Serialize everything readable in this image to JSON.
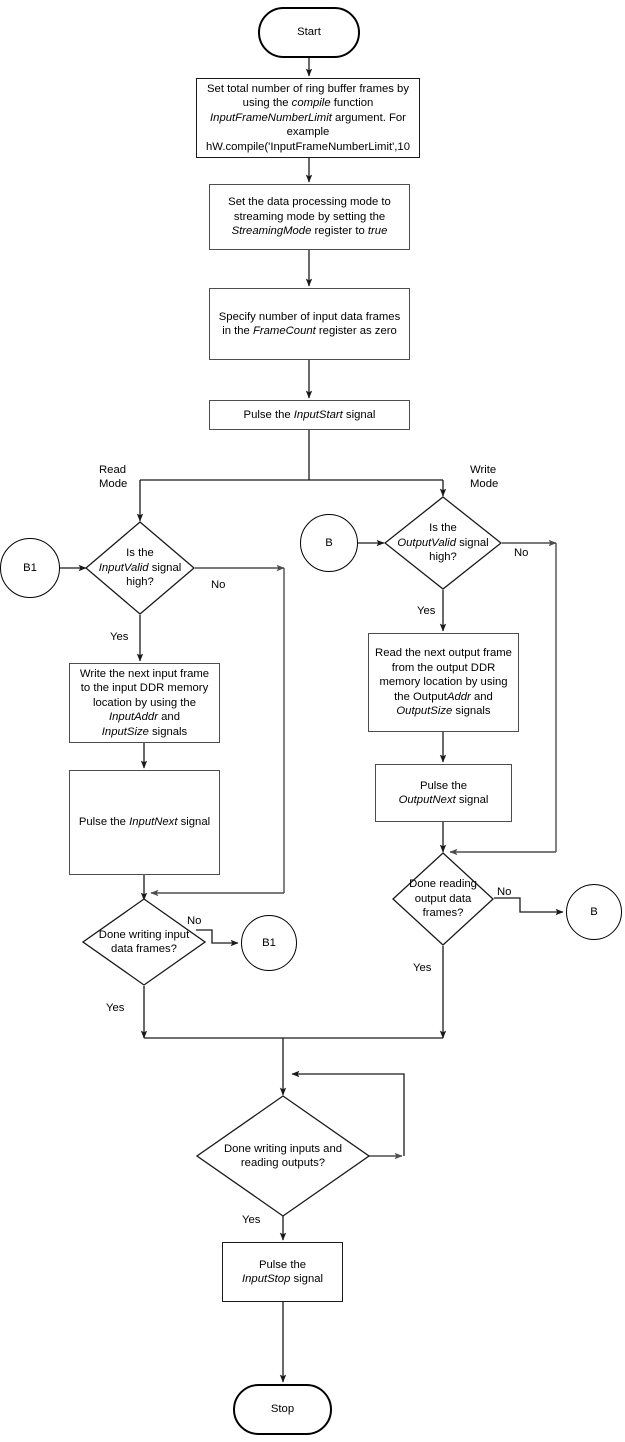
{
  "diagram": {
    "title": "Streaming mode ring buffer flowchart",
    "colors": {
      "stroke_dark": "#1a1a1a",
      "stroke_gray": "#4d4d4d",
      "background": "#ffffff",
      "text": "#000000"
    },
    "nodes": {
      "start": {
        "label": "Start",
        "shape": "terminator"
      },
      "set_frames": {
        "shape": "process",
        "lines": [
          "Set total number of ring buffer frames by",
          "using the compile function",
          "InputFrameNumberLimit argument. For",
          "example",
          "hW.compile('InputFrameNumberLimit',10"
        ]
      },
      "set_streaming": {
        "shape": "process",
        "lines": [
          "Set the data processing mode to",
          "streaming mode by setting the",
          "StreamingMode register to true"
        ]
      },
      "set_framecount": {
        "shape": "process",
        "lines": [
          "Specify number of input data frames",
          "in the FrameCount register as zero"
        ]
      },
      "pulse_inputstart": {
        "shape": "process",
        "lines": [
          "Pulse the InputStart signal"
        ]
      },
      "connector_b1_top": {
        "label": "B1",
        "shape": "connector"
      },
      "connector_b_top": {
        "label": "B",
        "shape": "connector"
      },
      "dec_inputvalid": {
        "shape": "decision",
        "lines": [
          "Is the",
          "InputValid signal",
          "high?"
        ]
      },
      "dec_outputvalid": {
        "shape": "decision",
        "lines": [
          "Is the",
          "OutputValid signal",
          "high?"
        ]
      },
      "write_input_frame": {
        "shape": "process",
        "lines": [
          "Write the next input frame",
          "to the input DDR memory",
          "location by using the",
          "InputAddr and",
          "InputSize signals"
        ]
      },
      "pulse_inputnext": {
        "shape": "process",
        "lines": [
          "Pulse the InputNext signal"
        ]
      },
      "read_output_frame": {
        "shape": "process",
        "lines": [
          "Read the next output frame",
          "from the output DDR",
          "memory location by using",
          "the OutputAddr and",
          "OutputSize signals"
        ]
      },
      "pulse_outputnext": {
        "shape": "process",
        "lines": [
          "Pulse the",
          "OutputNext signal"
        ]
      },
      "dec_done_writing": {
        "shape": "decision",
        "lines": [
          "Done writing input",
          "data frames?"
        ]
      },
      "dec_done_reading": {
        "shape": "decision",
        "lines": [
          "Done reading",
          "output data",
          "frames?"
        ]
      },
      "connector_b1_bottom": {
        "label": "B1",
        "shape": "connector"
      },
      "connector_b_bottom": {
        "label": "B",
        "shape": "connector"
      },
      "dec_done_all": {
        "shape": "decision",
        "lines": [
          "Done writing inputs and",
          "reading outputs?"
        ]
      },
      "pulse_inputstop": {
        "shape": "process",
        "lines": [
          "Pulse the",
          "InputStop signal"
        ]
      },
      "stop": {
        "label": "Stop",
        "shape": "terminator"
      }
    },
    "edge_labels": {
      "read_mode": "Read\nMode",
      "write_mode": "Write\nMode",
      "inputvalid_no": "No",
      "inputvalid_yes": "Yes",
      "outputvalid_no": "No",
      "outputvalid_yes": "Yes",
      "done_writing_no": "No",
      "done_writing_yes": "Yes",
      "done_reading_no": "No",
      "done_reading_yes": "Yes",
      "done_all_yes": "Yes"
    }
  }
}
